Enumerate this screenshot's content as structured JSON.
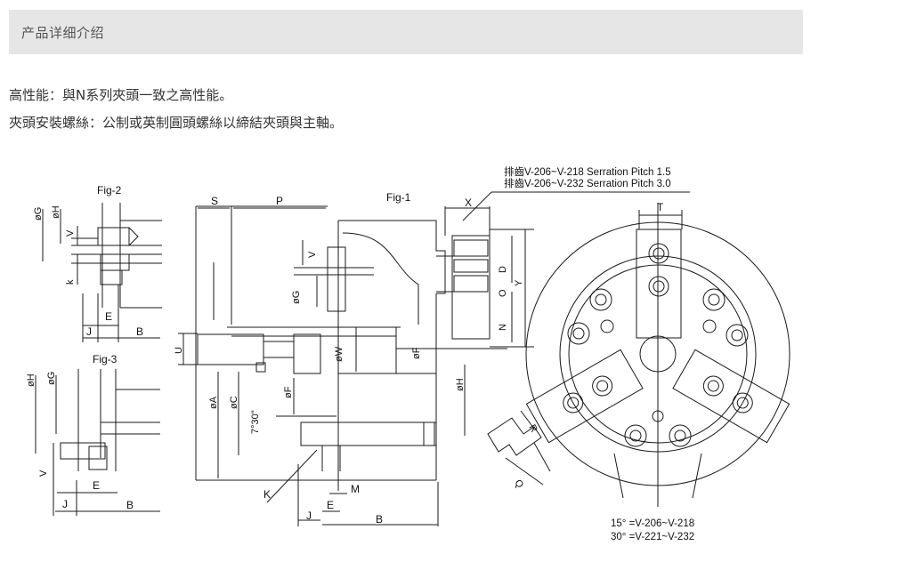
{
  "header": {
    "title": "产品详细介绍"
  },
  "description": {
    "line1": "高性能：與N系列夾頭一致之高性能。",
    "line2": "夾頭安裝螺絲：公制或英制圓頭螺絲以締結夾頭與主軸。"
  },
  "drawing": {
    "fig_labels": {
      "fig1": "Fig-1",
      "fig2": "Fig-2",
      "fig3": "Fig-3"
    },
    "notes": {
      "serration_1": "排齒V-206~V-218  Serration  Pitch 1.5",
      "serration_2": "排齒V-206~V-232  Serration  Pitch 3.0",
      "angle_1": "15° =V-206~V-218",
      "angle_2": "30° =V-221~V-232",
      "angle_small": "7°30\""
    },
    "dims": {
      "S": "S",
      "P": "P",
      "X": "X",
      "T": "T",
      "D": "D",
      "Y": "Y",
      "N": "N",
      "V": "V",
      "U": "U",
      "W": "øW",
      "F_small": "øF",
      "F": "øF",
      "G": "øG",
      "H": "øH",
      "A": "øA",
      "C": "øC",
      "K": "K",
      "M": "M",
      "J": "J",
      "E": "E",
      "B": "B",
      "R": "R",
      "Q": "Q",
      "k": "k"
    }
  }
}
